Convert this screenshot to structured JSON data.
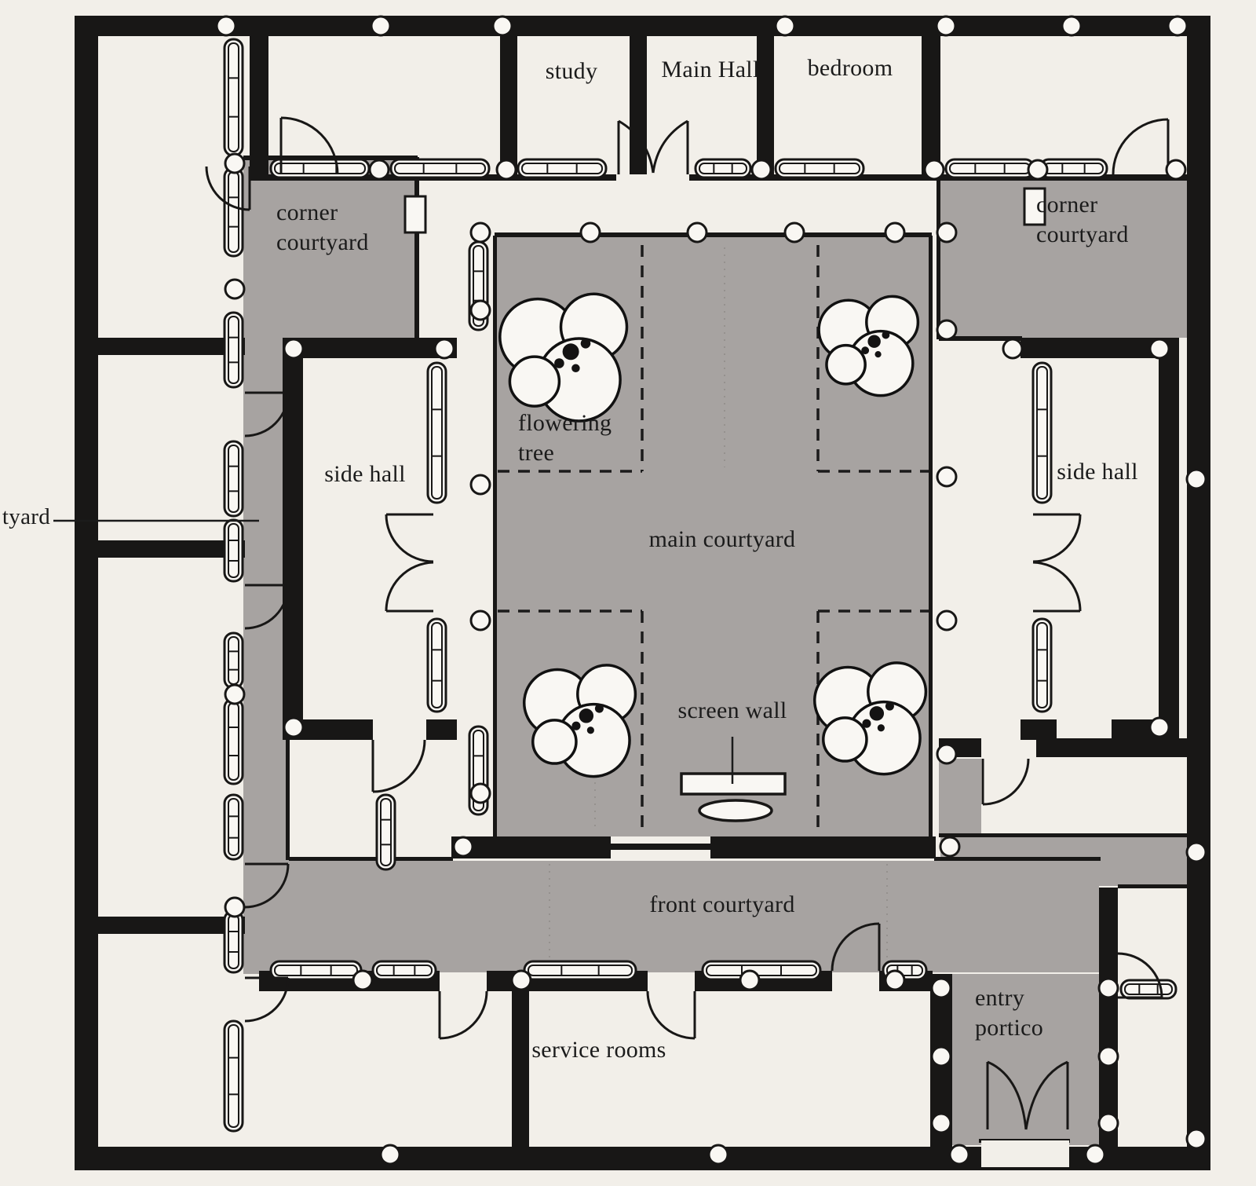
{
  "diagram": {
    "kind": "courtyard house floor plan",
    "labels": {
      "study": "study",
      "main_hall": "Main Hall",
      "bedroom": "bedroom",
      "corner_courtyard_left": "corner courtyard",
      "corner_courtyard_right": "corner courtyard",
      "side_hall_left": "side hall",
      "side_hall_right": "side hall",
      "flowering_tree": "flowering tree",
      "main_courtyard": "main courtyard",
      "screen_wall": "screen wall",
      "front_courtyard": "front courtyard",
      "entry_portico": "entry portico",
      "service_rooms": "service rooms",
      "left_edge_cutoff": "tyard"
    },
    "colors": {
      "courtyard_gray": "#a7a3a1",
      "wall_black": "#181716",
      "room_white": "#f9f7f3",
      "paper": "#f2efe9",
      "line_dark": "#1b1b1b"
    }
  }
}
